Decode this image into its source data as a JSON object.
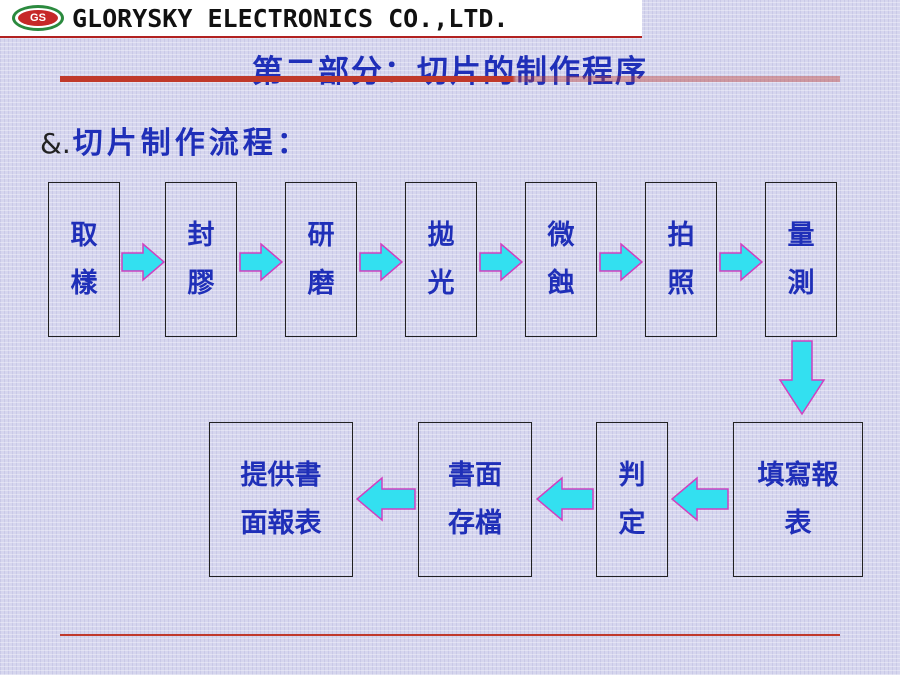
{
  "header": {
    "logo_text": "GS",
    "company": "GLORYSKY ELECTRONICS CO.,LTD."
  },
  "title": "第二部分：切片的制作程序",
  "subtitle": {
    "bullet": "&.",
    "text": "切片制作流程："
  },
  "flow_row1": [
    {
      "line1": "取",
      "line2": "樣"
    },
    {
      "line1": "封",
      "line2": "膠"
    },
    {
      "line1": "研",
      "line2": "磨"
    },
    {
      "line1": "拋",
      "line2": "光"
    },
    {
      "line1": "微",
      "line2": "蝕"
    },
    {
      "line1": "拍",
      "line2": "照"
    },
    {
      "line1": "量",
      "line2": "測"
    }
  ],
  "flow_row2": [
    {
      "line1": "填寫報",
      "line2": "表"
    },
    {
      "line1": "判",
      "line2": "定"
    },
    {
      "line1": "書面",
      "line2": "存檔"
    },
    {
      "line1": "提供書",
      "line2": "面報表"
    }
  ],
  "colors": {
    "arrow_fill": "#33e0f0",
    "arrow_stroke": "#d040c0",
    "text_blue": "#1f2fb8",
    "accent_red": "#c0392b"
  }
}
